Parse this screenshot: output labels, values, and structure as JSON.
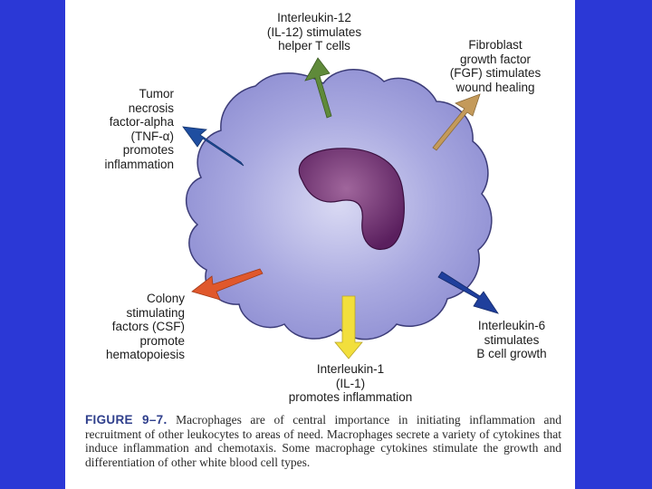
{
  "labels": {
    "il12": "Interleukin-12\n(IL-12) stimulates\nhelper T cells",
    "fgf": "Fibroblast\ngrowth factor\n(FGF) stimulates\nwound healing",
    "tnf": "Tumor\nnecrosis\nfactor-alpha\n(TNF-α)\npromotes\ninflammation",
    "csf": "Colony\nstimulating\nfactors (CSF)\npromote\nhematopoiesis",
    "il1": "Interleukin-1\n(IL-1)\npromotes inflammation",
    "il6": "Interleukin-6\nstimulates\nB cell growth"
  },
  "caption": {
    "figure_label": "FIGURE 9–7.",
    "text": "Macrophages are of central importance in initiating inflammation and recruitment of other leukocytes to areas of need. Macrophages secrete a variety of cytokines that induce inflammation and chemotaxis. Some macrophage cytokines stimulate the growth and differentiation of other white blood cell types."
  },
  "colors": {
    "background": "#2b38d6",
    "cell_body": "#8f8fd6",
    "nucleus": "#6a2d6e",
    "arrow_il12": "#5f8a3a",
    "arrow_fgf": "#c49a5a",
    "arrow_tnf": "#1f4ea0",
    "arrow_csf": "#e0582c",
    "arrow_il1": "#f2df3c",
    "arrow_il6": "#1f3f9c"
  }
}
